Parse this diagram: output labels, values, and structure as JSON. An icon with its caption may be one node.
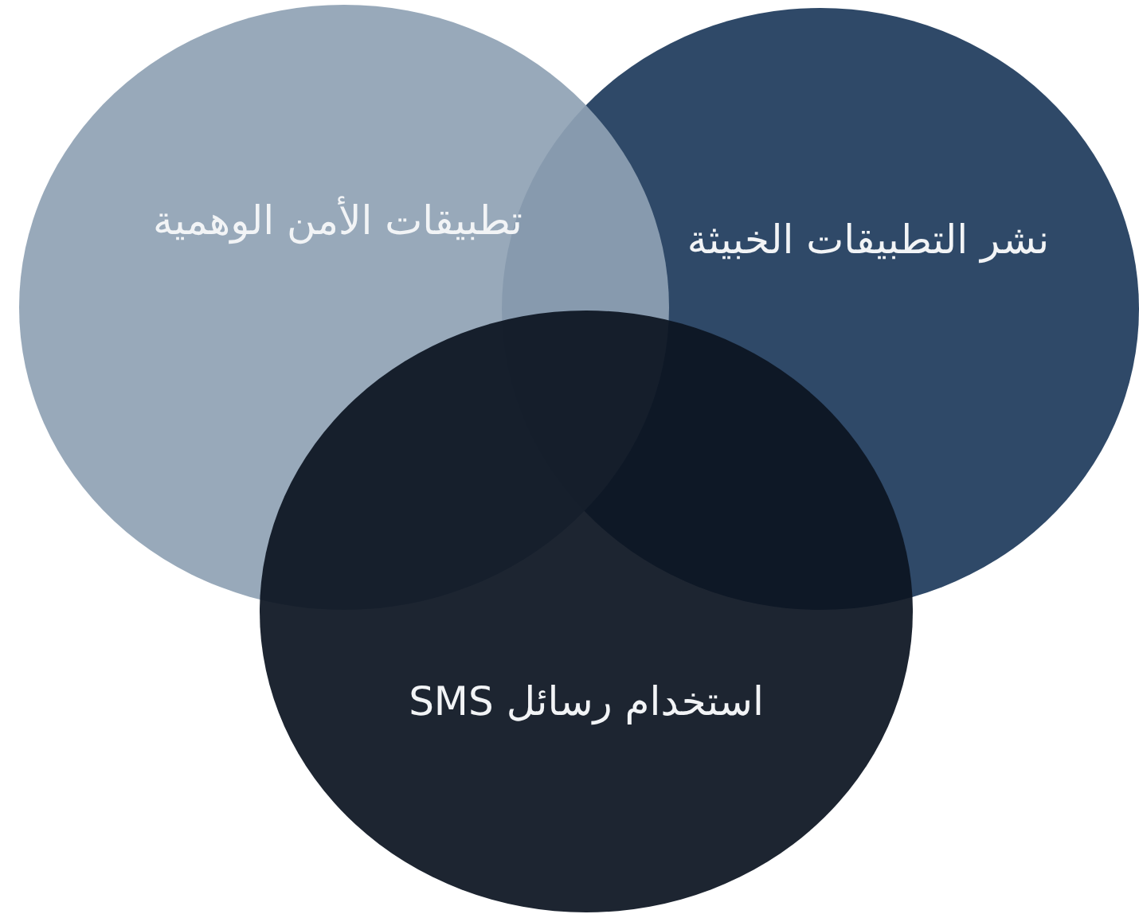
{
  "diagram": {
    "nodes": [
      {
        "text": [
          "تطبيقات الأمن الوهمية"
        ]
      },
      {
        "text": [
          "نشر التطبيقات الخبيثة"
        ]
      },
      {
        "text": [
          "استخدام رسائل SMS"
        ]
      }
    ]
  }
}
